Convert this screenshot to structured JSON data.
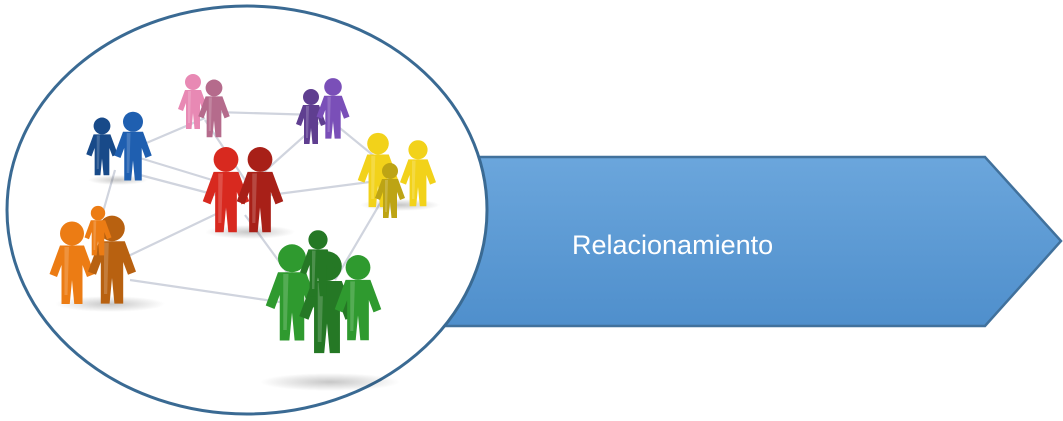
{
  "diagram": {
    "arrow_label": "Relacionamiento",
    "colors": {
      "arrow_fill": "#5b9bd5",
      "arrow_stroke": "#41719c",
      "circle_stroke": "#3a6a93",
      "network_lines": "#d0d4de"
    },
    "illustration": {
      "icon": "people-network-icon",
      "groups": [
        {
          "name": "pink",
          "color": "#e889b4"
        },
        {
          "name": "purple",
          "color": "#7a4fb8"
        },
        {
          "name": "blue",
          "color": "#1f5fb0"
        },
        {
          "name": "red",
          "color": "#d8291f"
        },
        {
          "name": "yellow",
          "color": "#f2d21a"
        },
        {
          "name": "orange",
          "color": "#ec7c14"
        },
        {
          "name": "green",
          "color": "#2f9a2f"
        }
      ]
    }
  }
}
